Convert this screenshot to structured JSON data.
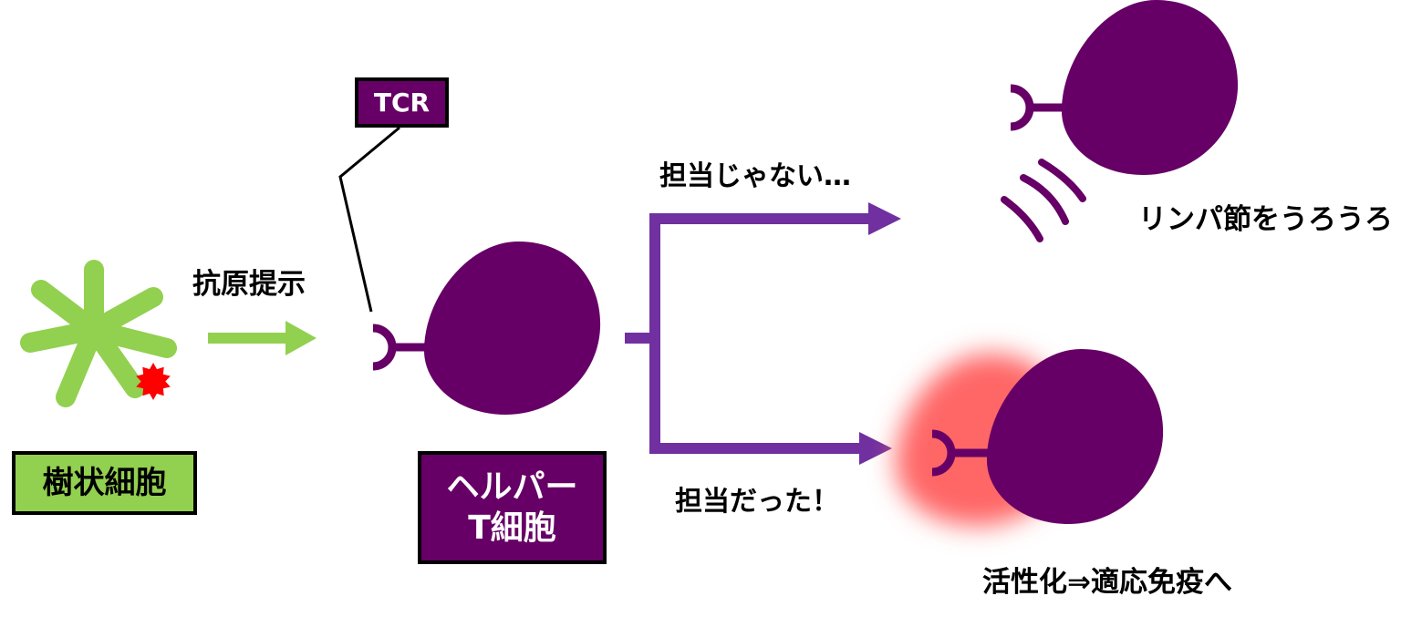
{
  "labels": {
    "tcr": "TCR",
    "antigen_presentation": "抗原提示",
    "dendritic_cell": "樹状細胞",
    "helper_t_cell_line1": "ヘルパー",
    "helper_t_cell_line2": "T細胞",
    "not_responsible": "担当じゃない…",
    "responsible": "担当だった！",
    "wander": "リンパ節をうろうろ",
    "activation": "活性化⇒適応免疫へ"
  },
  "colors": {
    "cell_purple": "#660066",
    "arrow_purple": "#7030A0",
    "dendritic_green": "#92D050",
    "antigen_red": "#FF0000",
    "glow_red": "#FF6666",
    "text_white": "#FFFFFF",
    "text_black": "#000000"
  }
}
